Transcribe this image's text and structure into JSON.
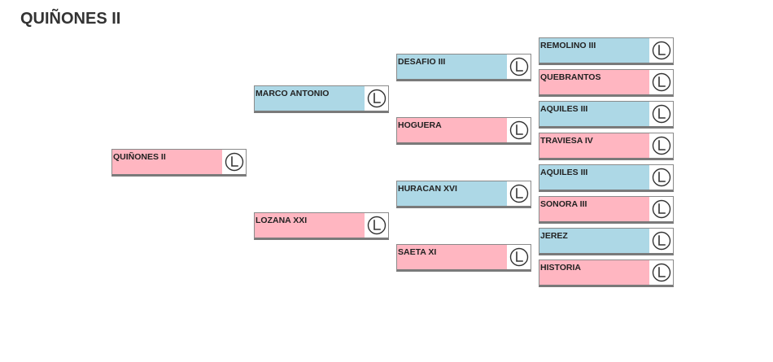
{
  "title": "QUIÑONES II",
  "tree": {
    "root": {
      "name": "QUIÑONES II",
      "sex": "female"
    },
    "gen1": [
      {
        "name": "MARCO ANTONIO",
        "sex": "male"
      },
      {
        "name": "LOZANA XXI",
        "sex": "female"
      }
    ],
    "gen2": [
      {
        "name": "DESAFIO III",
        "sex": "male"
      },
      {
        "name": "HOGUERA",
        "sex": "female"
      },
      {
        "name": "HURACAN XVI",
        "sex": "male"
      },
      {
        "name": "SAETA XI",
        "sex": "female"
      }
    ],
    "gen3": [
      {
        "name": "REMOLINO III",
        "sex": "male"
      },
      {
        "name": "QUEBRANTOS",
        "sex": "female"
      },
      {
        "name": "AQUILES III",
        "sex": "male"
      },
      {
        "name": "TRAVIESA IV",
        "sex": "female"
      },
      {
        "name": "AQUILES III",
        "sex": "male"
      },
      {
        "name": "SONORA III",
        "sex": "female"
      },
      {
        "name": "JEREZ",
        "sex": "male"
      },
      {
        "name": "HISTORIA",
        "sex": "female"
      }
    ]
  },
  "badge_letter": "L",
  "colors": {
    "male": "#add8e6",
    "female": "#ffb6c1"
  },
  "icons": {
    "badge": "circle-L-icon"
  }
}
